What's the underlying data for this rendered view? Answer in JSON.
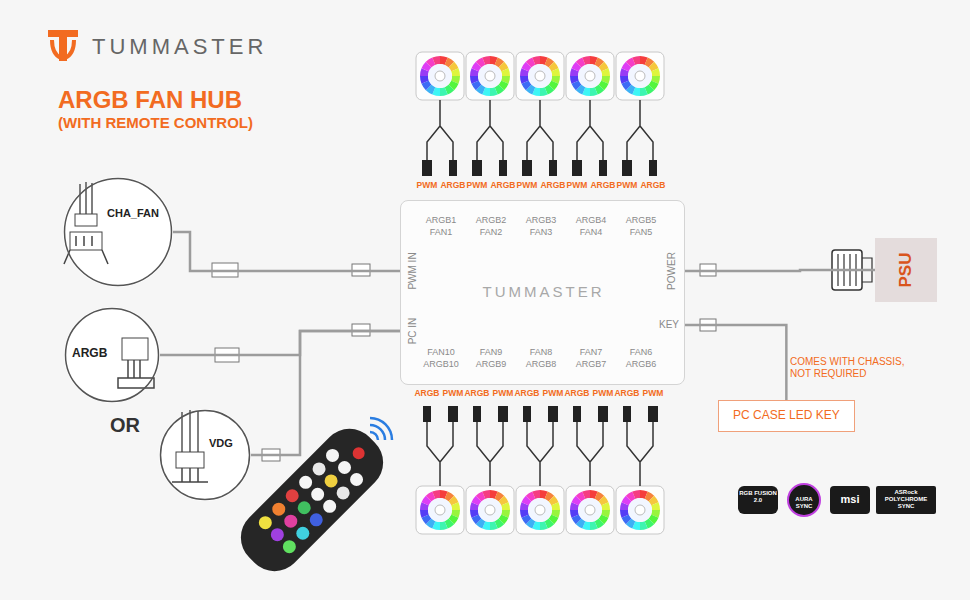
{
  "diagram": {
    "title": "ARGB FAN HUB",
    "nodes": [
      {
        "text": [
          "CHA_FAN"
        ]
      },
      {
        "text": [
          "TUMMASTER"
        ]
      },
      {
        "text": [
          "ARGB1 FAN1"
        ],
        "in": 1
      },
      {
        "text": [
          "ARGB2 FAN2"
        ],
        "in": 1
      },
      {
        "text": [
          "ARGB3 FAN3"
        ],
        "in": 1
      },
      {
        "text": [
          "ARGB4 FAN4"
        ],
        "in": 1
      },
      {
        "text": [
          "ARGB5 FAN5"
        ],
        "in": 1
      },
      {
        "text": [
          "PWM IN"
        ],
        "in": 1
      },
      {
        "text": [
          "PC IN"
        ],
        "in": 1
      },
      {
        "text": [
          "POWER"
        ],
        "in": 1
      },
      {
        "text": [
          "KEY"
        ],
        "in": 1
      },
      {
        "text": [
          "FAN10 ARGB10"
        ],
        "in": 1
      },
      {
        "text": [
          "FAN9 ARGB9"
        ],
        "in": 1
      },
      {
        "text": [
          "FAN8 ARGB8"
        ],
        "in": 1
      },
      {
        "text": [
          "FAN7 ARGB7"
        ],
        "in": 1
      },
      {
        "text": [
          "FAN6 ARGB6"
        ],
        "in": 1
      },
      {
        "text": [
          "PSU"
        ]
      },
      {
        "text": [
          "ARGB"
        ]
      },
      {
        "text": [
          "VDG"
        ]
      },
      {
        "text": [
          "PC CASE LED KEY"
        ]
      }
    ],
    "edges": [
      {
        "from": 0,
        "to": 7,
        "arrow": "none"
      },
      {
        "from": 17,
        "to": 8,
        "arrow": "none"
      },
      {
        "from": 18,
        "to": 8,
        "arrow": "none"
      },
      {
        "from": 16,
        "to": 9,
        "arrow": "none"
      },
      {
        "from": 19,
        "to": 10,
        "arrow": "none"
      }
    ],
    "labels": [
      "TUMMASTER",
      "(WITH REMOTE CONTROL)",
      "PWM",
      "ARGB",
      "PWM",
      "ARGB",
      "PWM",
      "ARGB",
      "PWM",
      "ARGB",
      "PWM",
      "ARGB",
      "OR",
      "COMES WITH CHASSIS, NOT REQUIRED",
      "ARGB",
      "PWM",
      "ARGB",
      "PWM",
      "ARGB",
      "PWM",
      "ARGB",
      "PWM",
      "ARGB",
      "PWM",
      "RGB FUSION 2.0",
      "AURA SYNC",
      "msi",
      "ASRock POLYCHROME SYNC"
    ]
  }
}
